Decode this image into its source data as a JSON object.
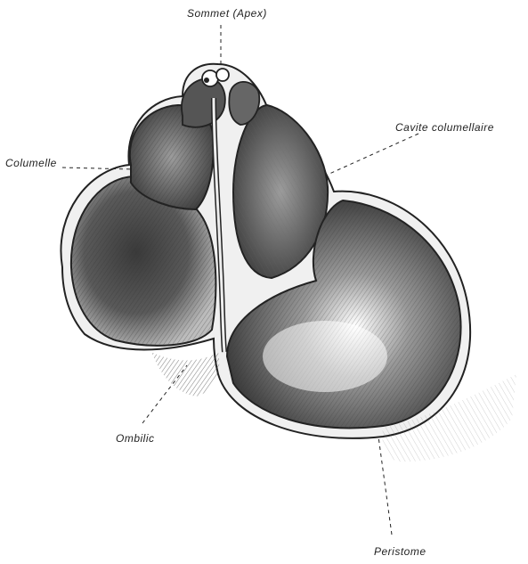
{
  "labels": {
    "sommet": "Sommet (Apex)",
    "cavite_columellaire": "Cavite columellaire",
    "columelle": "Columelle",
    "ombilic": "Ombilic",
    "peristome": "Peristome"
  },
  "colors": {
    "ink": "#222222",
    "paper": "#ffffff"
  }
}
